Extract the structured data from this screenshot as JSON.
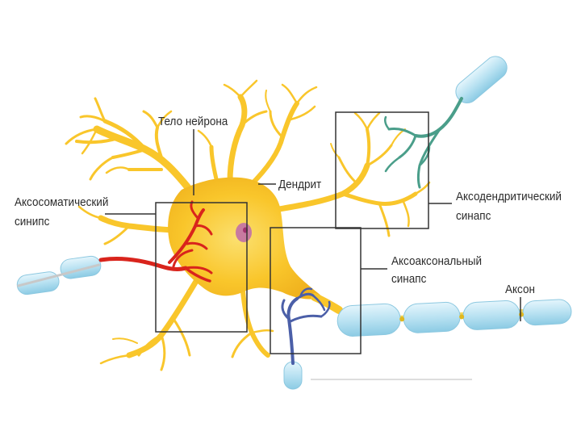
{
  "labels": {
    "neuron_body": "Тело нейрона",
    "dendrite": "Дендрит",
    "axosomatic_line1": "Аксосоматический",
    "axosomatic_line2": "синипс",
    "axodendritic_line1": "Аксодендритический",
    "axodendritic_line2": "синапс",
    "axoaxonal_line1": "Аксоаксональный",
    "axoaxonal_line2": "синапс",
    "axon": "Аксон"
  },
  "colors": {
    "neuron_fill": "#f9c62b",
    "neuron_light": "#fbe070",
    "nucleus": "#c77aa0",
    "axosomatic_terminal": "#d9241c",
    "axodendritic_terminal": "#4a9e8a",
    "axoaxonal_terminal": "#4b5fa8",
    "myelin": "#b9e2f2",
    "box_border": "#333333"
  }
}
